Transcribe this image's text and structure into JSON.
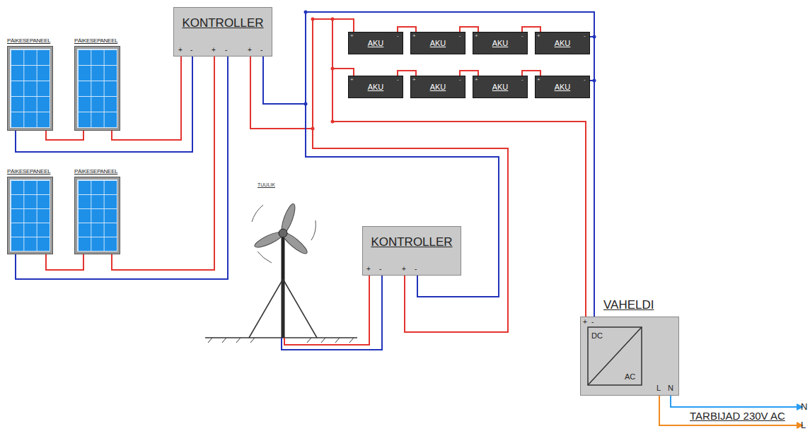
{
  "diagram": {
    "nodes": [
      {
        "text": [
          "PÄIKESEPANEEL"
        ]
      },
      {
        "text": [
          "PÄIKESEPANEEL"
        ]
      },
      {
        "text": [
          "KONTROLLER"
        ]
      },
      {
        "text": [
          "AKU"
        ]
      },
      {
        "text": [
          "AKU"
        ]
      },
      {
        "text": [
          "AKU"
        ]
      },
      {
        "text": [
          "AKU"
        ]
      },
      {
        "text": [
          "AKU"
        ]
      },
      {
        "text": [
          "AKU"
        ]
      },
      {
        "text": [
          "AKU"
        ]
      },
      {
        "text": [
          "AKU"
        ]
      },
      {
        "text": [
          "PÄIKESEPANEEL"
        ]
      },
      {
        "text": [
          "PÄIKESEPANEEL"
        ]
      },
      {
        "text": [
          "KONTROLLER"
        ]
      },
      {
        "text": [
          "VAHELDI",
          "DC",
          "AC"
        ]
      }
    ],
    "edges": [
      {
        "from": 0,
        "to": 1,
        "arrow": "none"
      },
      {
        "from": 1,
        "to": 2,
        "arrow": "none"
      },
      {
        "from": 0,
        "to": 2,
        "arrow": "none"
      },
      {
        "from": 11,
        "to": 12,
        "arrow": "none"
      },
      {
        "from": 12,
        "to": 2,
        "arrow": "none"
      },
      {
        "from": 11,
        "to": 2,
        "arrow": "none"
      },
      {
        "from": 2,
        "to": 3,
        "arrow": "none"
      },
      {
        "from": 2,
        "to": 7,
        "arrow": "none"
      },
      {
        "from": 2,
        "to": 6,
        "arrow": "none"
      },
      {
        "from": 2,
        "to": 10,
        "arrow": "none"
      },
      {
        "from": 13,
        "to": 3,
        "arrow": "none"
      },
      {
        "from": 13,
        "to": 7,
        "arrow": "none"
      },
      {
        "from": 13,
        "to": 6,
        "arrow": "none"
      },
      {
        "from": 13,
        "to": 10,
        "arrow": "none"
      },
      {
        "from": 3,
        "to": 14,
        "arrow": "none"
      },
      {
        "from": 7,
        "to": 14,
        "arrow": "none"
      },
      {
        "from": 6,
        "to": 14,
        "arrow": "none"
      },
      {
        "from": 10,
        "to": 14,
        "arrow": "none"
      },
      {
        "from": 3,
        "to": 4,
        "arrow": "none"
      },
      {
        "from": 4,
        "to": 5,
        "arrow": "none"
      },
      {
        "from": 5,
        "to": 6,
        "arrow": "none"
      },
      {
        "from": 7,
        "to": 8,
        "arrow": "none"
      },
      {
        "from": 8,
        "to": 9,
        "arrow": "none"
      },
      {
        "from": 9,
        "to": 10,
        "arrow": "none"
      }
    ],
    "labels": [
      "TUULIK",
      "+",
      "-",
      "+",
      "-",
      "+",
      "-",
      "+",
      "-",
      "+",
      "-",
      "+",
      "-",
      "+",
      "-",
      "+",
      "-",
      "+",
      "-",
      "+",
      "-",
      "+",
      "-",
      "+",
      "-",
      "+",
      "-",
      "+",
      "-",
      "L",
      "N",
      "TARBIJAD 230V AC",
      "N",
      "L"
    ]
  }
}
